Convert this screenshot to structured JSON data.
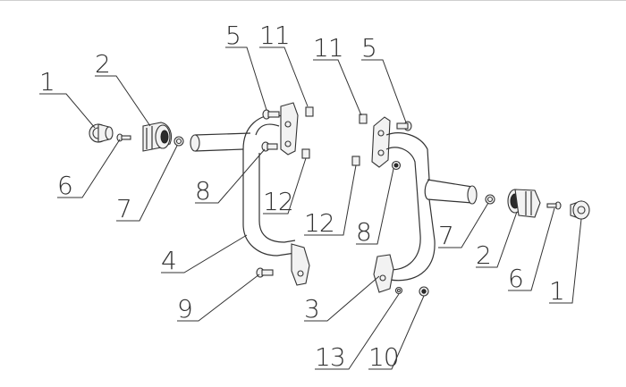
{
  "diagram": {
    "callouts": [
      {
        "id": "c1a",
        "label": "1"
      },
      {
        "id": "c2a",
        "label": "2"
      },
      {
        "id": "c6a",
        "label": "6"
      },
      {
        "id": "c7a",
        "label": "7"
      },
      {
        "id": "c5a",
        "label": "5"
      },
      {
        "id": "c11a",
        "label": "11"
      },
      {
        "id": "c8a",
        "label": "8"
      },
      {
        "id": "c12a",
        "label": "12"
      },
      {
        "id": "c4",
        "label": "4"
      },
      {
        "id": "c9",
        "label": "9"
      },
      {
        "id": "c11b",
        "label": "11"
      },
      {
        "id": "c5b",
        "label": "5"
      },
      {
        "id": "c12b",
        "label": "12"
      },
      {
        "id": "c8b",
        "label": "8"
      },
      {
        "id": "c7b",
        "label": "7"
      },
      {
        "id": "c2b",
        "label": "2"
      },
      {
        "id": "c6b",
        "label": "6"
      },
      {
        "id": "c1b",
        "label": "1"
      },
      {
        "id": "c3",
        "label": "3"
      },
      {
        "id": "c13",
        "label": "13"
      },
      {
        "id": "c10",
        "label": "10"
      }
    ]
  }
}
